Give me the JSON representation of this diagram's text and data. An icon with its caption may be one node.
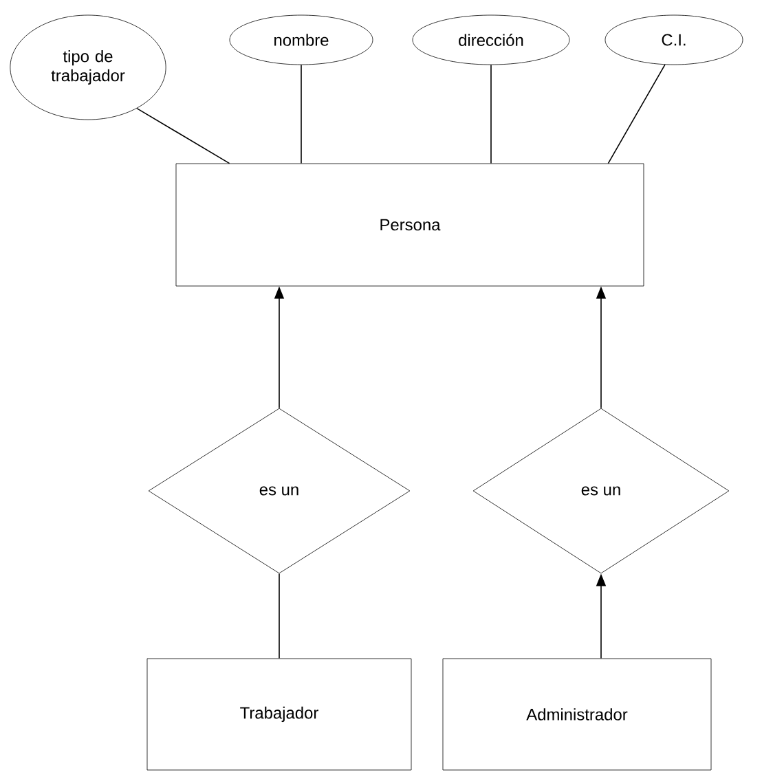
{
  "diagram": {
    "nodes": [
      {
        "text": [
          "tipo de trabajador"
        ]
      },
      {
        "text": [
          "nombre"
        ]
      },
      {
        "text": [
          "dirección"
        ]
      },
      {
        "text": [
          "C.I."
        ]
      },
      {
        "text": [
          "Persona"
        ]
      },
      {
        "text": [
          "es un"
        ]
      },
      {
        "text": [
          "es un"
        ]
      },
      {
        "text": [
          "Trabajador"
        ]
      },
      {
        "text": [
          "Administrador"
        ]
      }
    ],
    "edges": [
      {
        "from": 0,
        "to": 4,
        "arrow": "none"
      },
      {
        "from": 1,
        "to": 4,
        "arrow": "none"
      },
      {
        "from": 2,
        "to": 4,
        "arrow": "none"
      },
      {
        "from": 3,
        "to": 4,
        "arrow": "none"
      },
      {
        "from": 5,
        "to": 4,
        "arrow": "to"
      },
      {
        "from": 6,
        "to": 4,
        "arrow": "to"
      },
      {
        "from": 7,
        "to": 5,
        "arrow": "none"
      },
      {
        "from": 8,
        "to": 6,
        "arrow": "to"
      }
    ]
  }
}
